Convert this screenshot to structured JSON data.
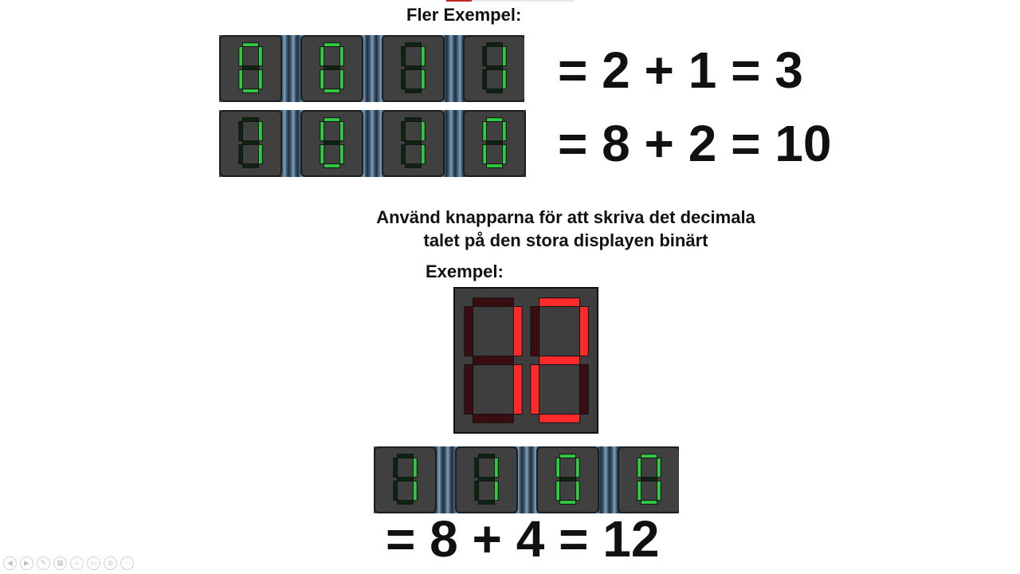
{
  "slide": {
    "heading_more_examples": "Fler Exempel:",
    "instruction_line1": "Använd knapparna för att skriva det decimala",
    "instruction_line2": "talet på den stora displayen binärt",
    "heading_example": "Exempel:"
  },
  "example_rows": [
    {
      "bits": [
        0,
        0,
        1,
        1
      ],
      "equation": "= 2 + 1 = 3"
    },
    {
      "bits": [
        1,
        0,
        1,
        0
      ],
      "equation": "= 8 + 2 = 10"
    }
  ],
  "big_display": {
    "digits": "12"
  },
  "example_bits": [
    1,
    1,
    0,
    0
  ],
  "example_equation": "= 8 + 4 = 12",
  "colors": {
    "green_on": "#2ecc40",
    "green_off": "#0d2410",
    "red_on": "#ff2b2b",
    "red_off": "#3a0d12",
    "panel": "#404040"
  },
  "toolbar_icons": [
    "previous-icon",
    "next-icon",
    "pen-icon",
    "slides-icon",
    "zoom-icon",
    "subtitles-icon",
    "camera-off-icon",
    "more-icon"
  ]
}
